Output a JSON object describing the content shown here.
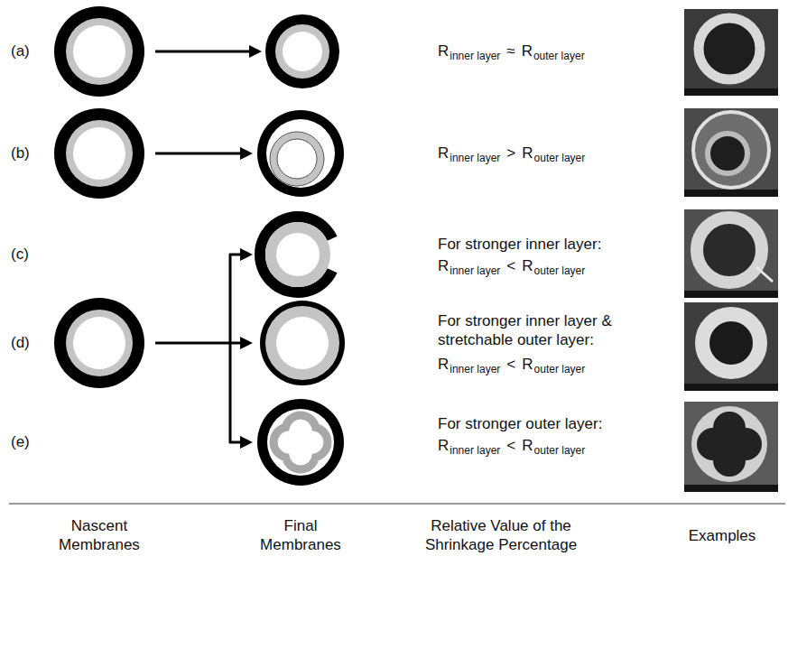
{
  "diagram": {
    "labels": [
      "(a)",
      "R",
      "inner layer",
      "≈",
      "R",
      "outer layer",
      "(b)",
      "R",
      "inner layer",
      ">",
      "R",
      "outer layer",
      "(c)",
      "For stronger inner layer:",
      "R",
      "inner layer",
      "<",
      "R",
      "outer layer",
      "(d)",
      "For stronger inner layer & stretchable outer layer:",
      "R",
      "inner layer",
      "<",
      "R",
      "outer layer",
      "(e)",
      "For stronger outer layer:",
      "R",
      "inner layer",
      "<",
      "R",
      "outer layer",
      "Nascent Membranes",
      "Final Membranes",
      "Relative Value of the Shrinkage Percentage",
      "Examples"
    ]
  }
}
